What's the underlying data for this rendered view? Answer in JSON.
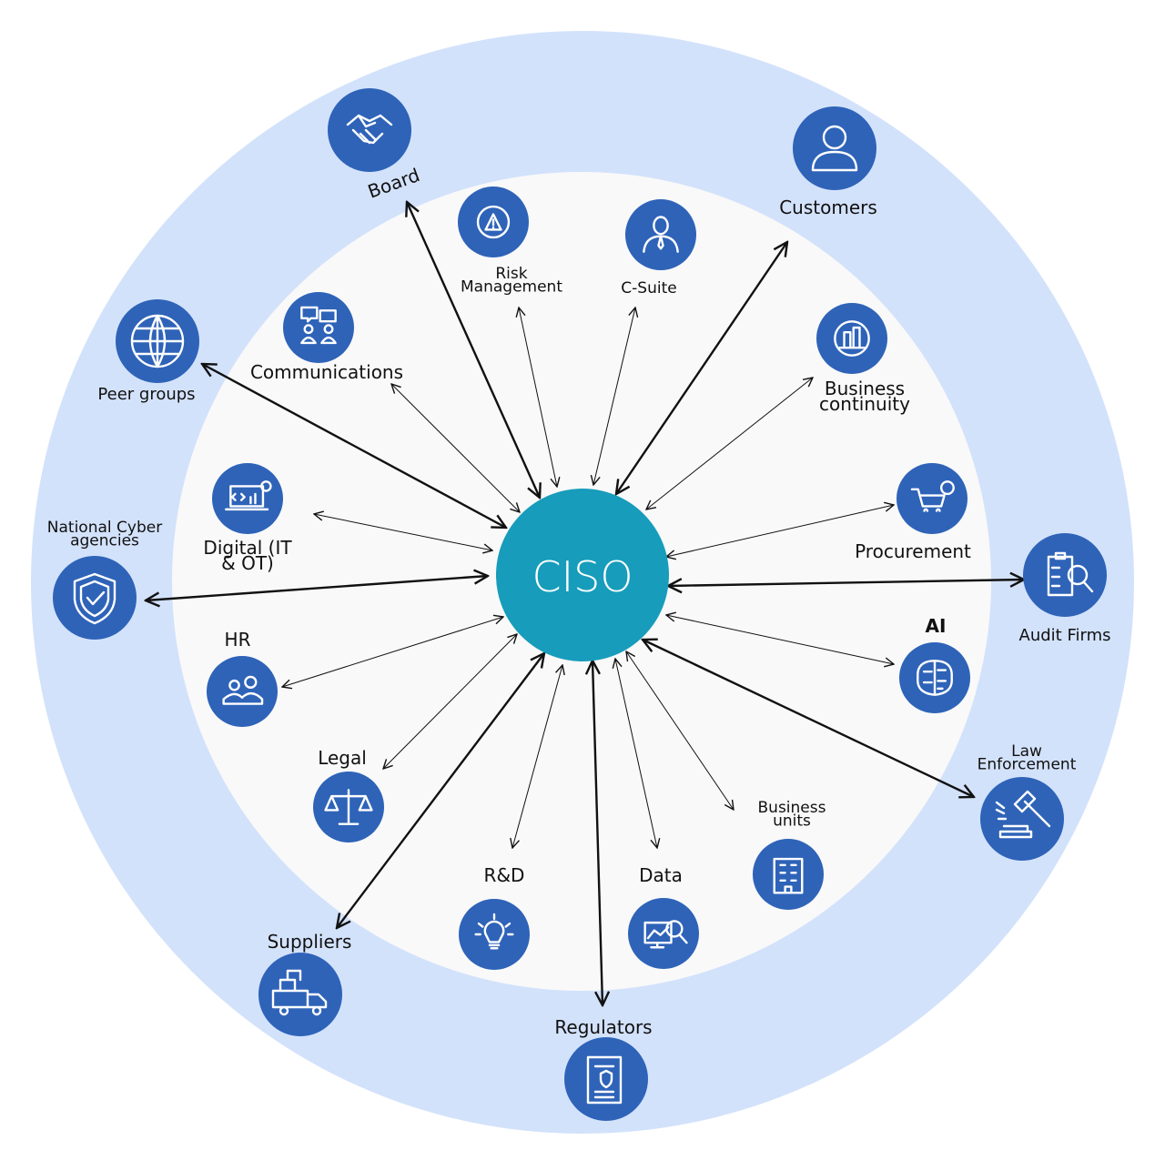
{
  "center": {
    "label": "CISO",
    "color": "#179cbb"
  },
  "colors": {
    "outer_ring": "#d3e2fb",
    "inner_disc": "#f9f9f9",
    "icon_fill": "#2e63b8",
    "arrow": "#111111"
  },
  "stakeholders": [
    {
      "label_lines": [
        "Board"
      ],
      "icon": "handshake-icon",
      "ring": "outer"
    },
    {
      "label_lines": [
        "Risk",
        "Management"
      ],
      "icon": "risk-gear-icon",
      "ring": "inner"
    },
    {
      "label_lines": [
        "C-Suite"
      ],
      "icon": "executive-icon",
      "ring": "inner"
    },
    {
      "label_lines": [
        "Customers"
      ],
      "icon": "user-icon",
      "ring": "outer"
    },
    {
      "label_lines": [
        "Business",
        "continuity"
      ],
      "icon": "city-globe-icon",
      "ring": "inner"
    },
    {
      "label_lines": [
        "Procurement"
      ],
      "icon": "cart-gear-icon",
      "ring": "inner"
    },
    {
      "label_lines": [
        "Audit Firms"
      ],
      "icon": "clipboard-magnifier-icon",
      "ring": "outer"
    },
    {
      "label_lines": [
        "AI"
      ],
      "icon": "brain-circuit-icon",
      "ring": "inner"
    },
    {
      "label_lines": [
        "Law",
        "Enforcement"
      ],
      "icon": "gavel-icon",
      "ring": "outer"
    },
    {
      "label_lines": [
        "Business",
        "units"
      ],
      "icon": "building-icon",
      "ring": "inner"
    },
    {
      "label_lines": [
        "Data"
      ],
      "icon": "data-analysis-icon",
      "ring": "inner"
    },
    {
      "label_lines": [
        "Regulators"
      ],
      "icon": "regulation-document-icon",
      "ring": "outer"
    },
    {
      "label_lines": [
        "R&D"
      ],
      "icon": "lightbulb-icon",
      "ring": "inner"
    },
    {
      "label_lines": [
        "Suppliers"
      ],
      "icon": "truck-icon",
      "ring": "outer"
    },
    {
      "label_lines": [
        "Legal"
      ],
      "icon": "scales-icon",
      "ring": "inner"
    },
    {
      "label_lines": [
        "HR"
      ],
      "icon": "people-icon",
      "ring": "inner"
    },
    {
      "label_lines": [
        "National Cyber",
        "agencies"
      ],
      "icon": "shield-check-icon",
      "ring": "outer"
    },
    {
      "label_lines": [
        "Digital (IT",
        "& OT)"
      ],
      "icon": "laptop-code-icon",
      "ring": "inner"
    },
    {
      "label_lines": [
        "Peer groups"
      ],
      "icon": "globe-icon",
      "ring": "outer"
    },
    {
      "label_lines": [
        "Communications"
      ],
      "icon": "chat-people-icon",
      "ring": "inner"
    }
  ]
}
